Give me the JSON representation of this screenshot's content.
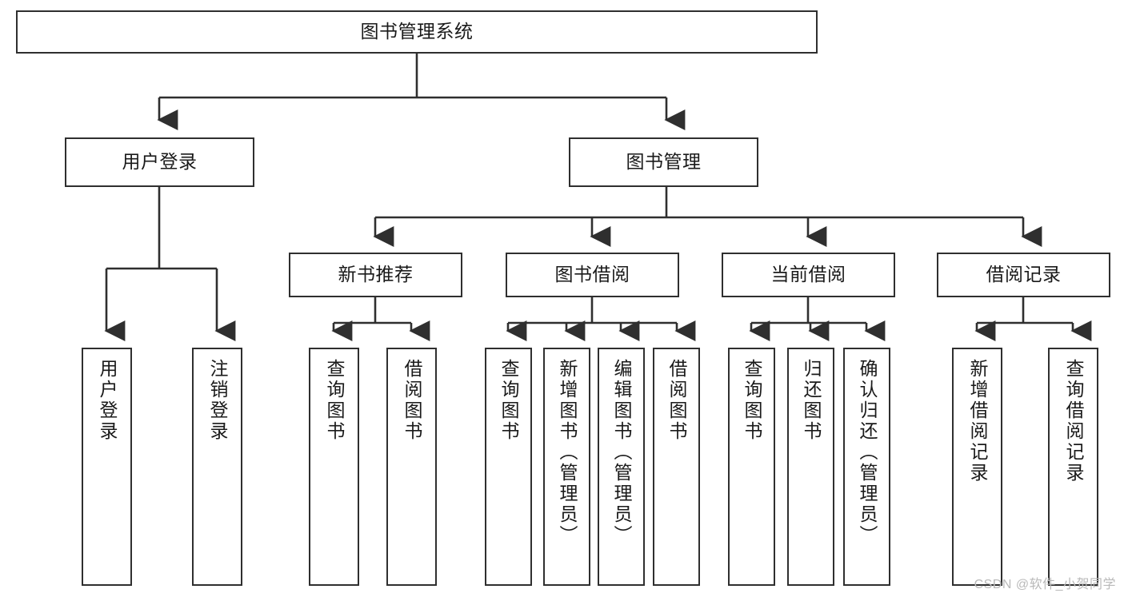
{
  "diagram": {
    "title": "图书管理系统",
    "watermark": "CSDN @软件_小贺同学",
    "style": {
      "box_border": "#2f2f2f",
      "box_fill": "#ffffff",
      "line": "#2f2f2f",
      "text": "#1a1a1a",
      "watermark_color": "#b9b9b9"
    },
    "levels": {
      "root": {
        "label": "图书管理系统"
      },
      "level2": [
        {
          "label": "用户登录"
        },
        {
          "label": "图书管理"
        }
      ],
      "level3": [
        {
          "label": "新书推荐"
        },
        {
          "label": "图书借阅"
        },
        {
          "label": "当前借阅"
        },
        {
          "label": "借阅记录"
        }
      ],
      "leaves": [
        {
          "label": "用户登录",
          "parent": "用户登录"
        },
        {
          "label": "注销登录",
          "parent": "用户登录"
        },
        {
          "label": "查询图书",
          "parent": "新书推荐"
        },
        {
          "label": "借阅图书",
          "parent": "新书推荐"
        },
        {
          "label": "查询图书",
          "parent": "图书借阅"
        },
        {
          "label": "新增图书（管理员）",
          "parent": "图书借阅"
        },
        {
          "label": "编辑图书（管理员）",
          "parent": "图书借阅"
        },
        {
          "label": "借阅图书",
          "parent": "图书借阅"
        },
        {
          "label": "查询图书",
          "parent": "当前借阅"
        },
        {
          "label": "归还图书",
          "parent": "当前借阅"
        },
        {
          "label": "确认归还（管理员）",
          "parent": "当前借阅"
        },
        {
          "label": "新增借阅记录",
          "parent": "借阅记录"
        },
        {
          "label": "查询借阅记录",
          "parent": "借阅记录"
        }
      ]
    }
  }
}
